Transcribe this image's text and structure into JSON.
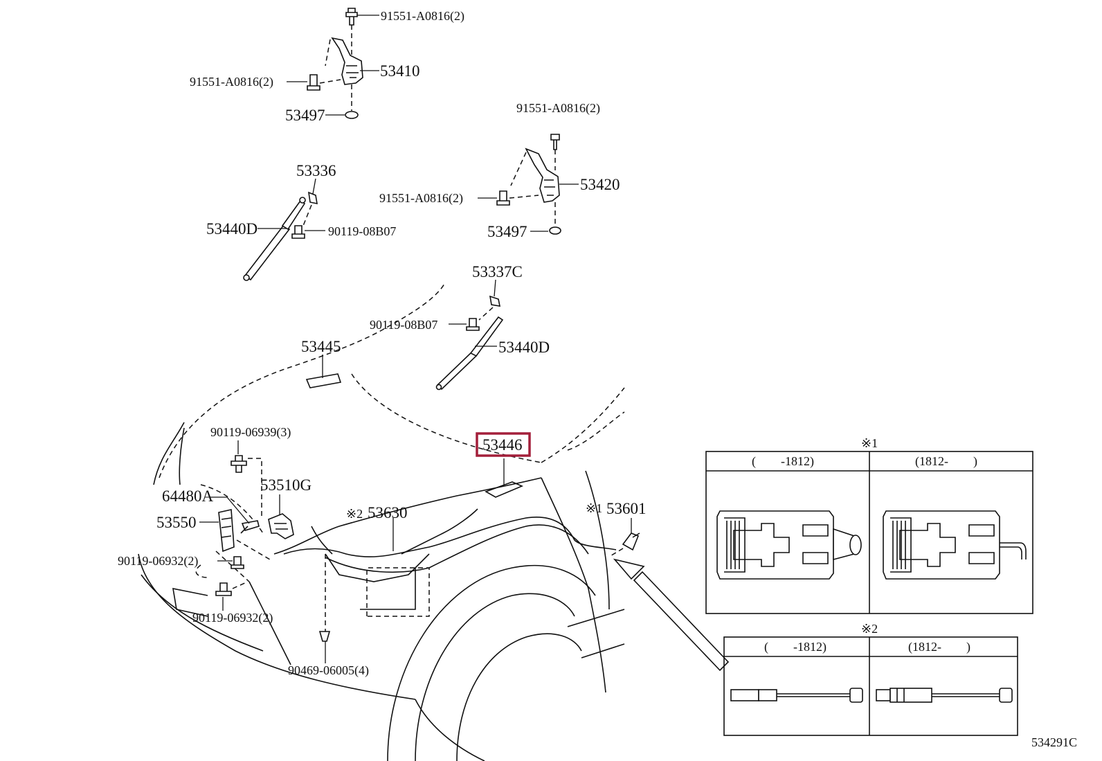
{
  "labels": {
    "bolt_top": "91551-A0816(2)",
    "hinge_left": "53410",
    "bolt_left_hinge": "91551-A0816(2)",
    "cushion_left": "53497",
    "bolt_right_top": "91551-A0816(2)",
    "hinge_right": "53420",
    "bolt_right_hinge": "91551-A0816(2)",
    "cushion_right": "53497",
    "bracket_upper": "53336",
    "stay_left": "53440D",
    "bolt_stay_left": "90119-08B07",
    "bracket_right": "53337C",
    "bolt_stay_right": "90119-08B07",
    "stay_right": "53440D",
    "bumper_front": "53445",
    "bumper_highlight": "53446",
    "bolt_lock": "90119-06939(3)",
    "lock_assy": "53510G",
    "lever": "64480A",
    "release_lever": "53550",
    "cable_mark": "※2",
    "cable": "53630",
    "switch_mark": "※1",
    "switch": "53601",
    "bolt_lower_1": "90119-06932(2)",
    "bolt_lower_2": "90119-06932(2)",
    "clip": "90469-06005(4)",
    "diagram_code": "534291C"
  },
  "inset1": {
    "title": "※1",
    "left_col": "(　　-1812)",
    "right_col": "(1812-　　)"
  },
  "inset2": {
    "title": "※2",
    "left_col": "(　　-1812)",
    "right_col": "(1812-　　)"
  },
  "colors": {
    "line": "#111111",
    "highlight": "#a31f3a",
    "background": "#ffffff"
  }
}
